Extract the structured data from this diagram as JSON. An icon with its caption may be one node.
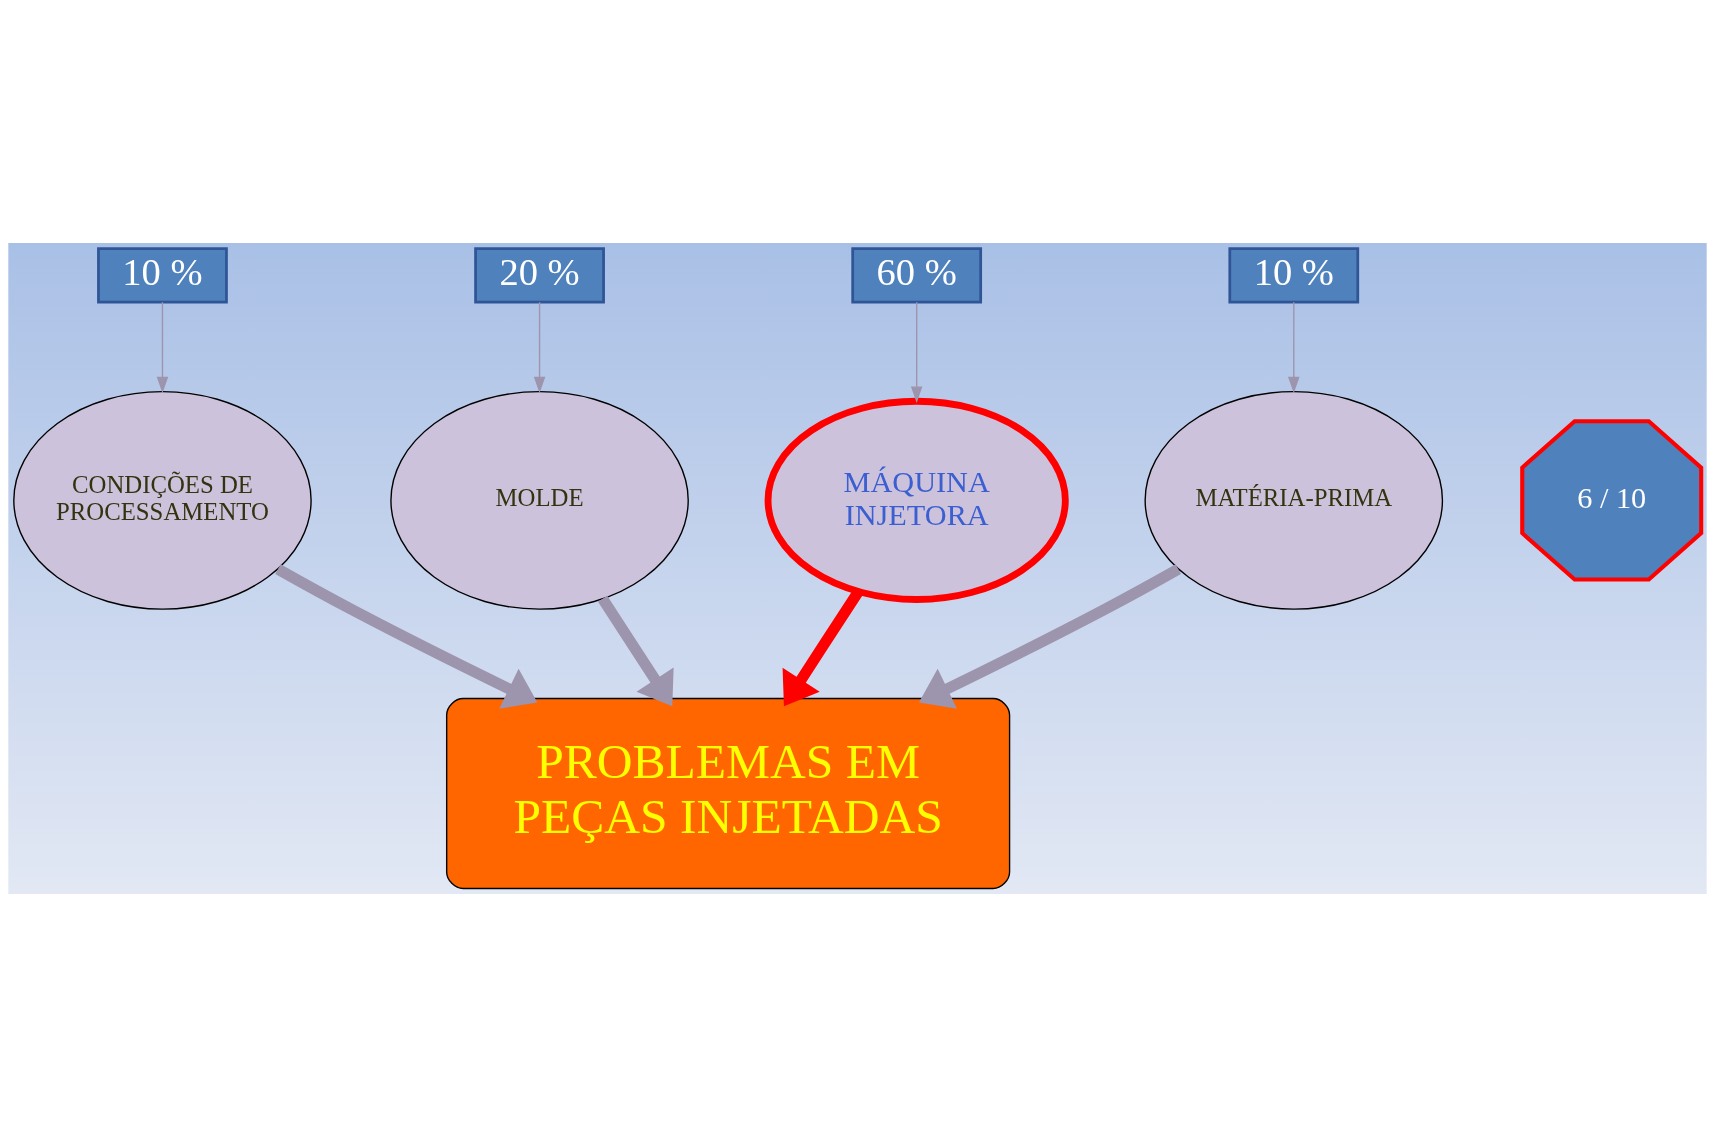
{
  "diagram": {
    "nodes": [
      {
        "text": [
          "10 %"
        ]
      },
      {
        "text": [
          "CONDIÇÕES DE PROCESSAMENTO"
        ]
      },
      {
        "text": [
          "20 %"
        ]
      },
      {
        "text": [
          "MOLDE"
        ]
      },
      {
        "text": [
          "PROBLEMAS EM PEÇAS INJETADAS"
        ]
      },
      {
        "text": [
          "60 %"
        ]
      },
      {
        "text": [
          "MÁQUINA INJETORA"
        ]
      },
      {
        "text": [
          "6 / 10"
        ]
      },
      {
        "text": [
          "10 %"
        ]
      },
      {
        "text": [
          "MATÉRIA-PRIMA"
        ]
      }
    ],
    "edges": [
      {
        "from": 0,
        "to": 1,
        "arrow": "to"
      },
      {
        "from": 2,
        "to": 3,
        "arrow": "to"
      },
      {
        "from": 5,
        "to": 6,
        "arrow": "to"
      },
      {
        "from": 8,
        "to": 9,
        "arrow": "to"
      },
      {
        "from": 1,
        "to": 4,
        "arrow": "to",
        "style": "thick"
      },
      {
        "from": 3,
        "to": 4,
        "arrow": "to",
        "style": "thick"
      },
      {
        "from": 6,
        "to": 4,
        "arrow": "to",
        "style": "thick",
        "color": "#ff0000"
      },
      {
        "from": 9,
        "to": 4,
        "arrow": "to",
        "style": "thick"
      }
    ]
  }
}
